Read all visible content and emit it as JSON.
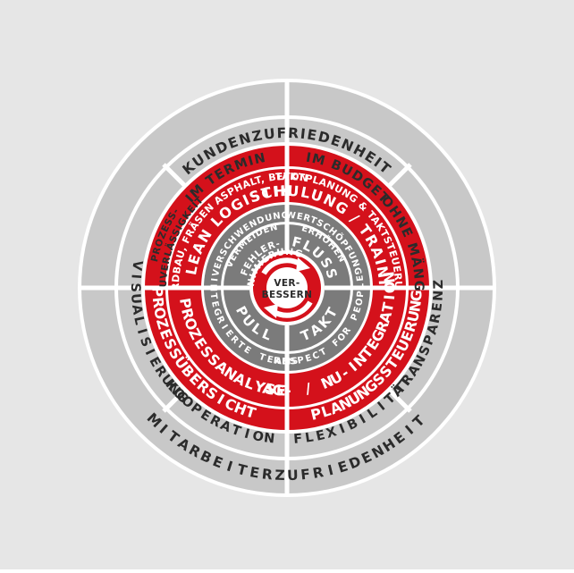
{
  "colors": {
    "background": "#e6e6e6",
    "ring_grey": "#c8c8c8",
    "red": "#d4111b",
    "dark_grey": "#7b7b7b",
    "text_dark": "#2b2b2b",
    "white": "#ffffff"
  },
  "outer_ring": {
    "top": "KUNDENZUFRIEDENHEIT",
    "bottom": "MITARBEITERZUFRIEDENHEIT"
  },
  "second_ring": {
    "im_termin": "IM TERMIN",
    "im_budget": "IM BUDGET",
    "ohne_maengel": "OHNE MÄNGEL",
    "transparenz": "TRANSPARENZ",
    "flexibilitaet": "FLEXIBILITÄT",
    "kooperation": "KOOPERATION",
    "visualisierung": "VISUALISIERUNG",
    "prozess_line1": "PROZESS-",
    "prozess_line2": "ZUVERLÄSSIGKEIT"
  },
  "red_ring": {
    "lc_erdbau": "LC ERDBAU, FRÄSEN ASPHALT, BETON",
    "taktplanung": "TAKTPLANUNG & TAKTSTEUERUNG",
    "lean_logistik": "LEAN LOGISTIK",
    "schulung": "SCHULUNG / TRAINING",
    "prozessanalyse": "PROZESSANALYSE",
    "prozessuebersicht": "PROZESSÜBERSICHT",
    "ag_nu": "AG- / NU-INTEGRATION",
    "planungssteuerung": "PLANUNGSSTEUERUNG"
  },
  "grey_ring": {
    "verschwendung_1": "VERSCHWENDUNG",
    "verschwendung_2": "VERMEIDEN",
    "wertschoepfung_1": "WERTSCHÖPFUNG",
    "wertschoepfung_2": "ERHÖHEN",
    "integrierte_teams": "INTEGRIERTE TEAMS",
    "respect": "RESPECT FOR PEOPLE",
    "fehler_1": "FEHLER-",
    "fehler_2": "MINIMIERUNG",
    "fluss": "FLUSS",
    "pull": "PULL",
    "takt": "TAKT"
  },
  "center": {
    "line1": "VER-",
    "line2": "BESSERN"
  }
}
